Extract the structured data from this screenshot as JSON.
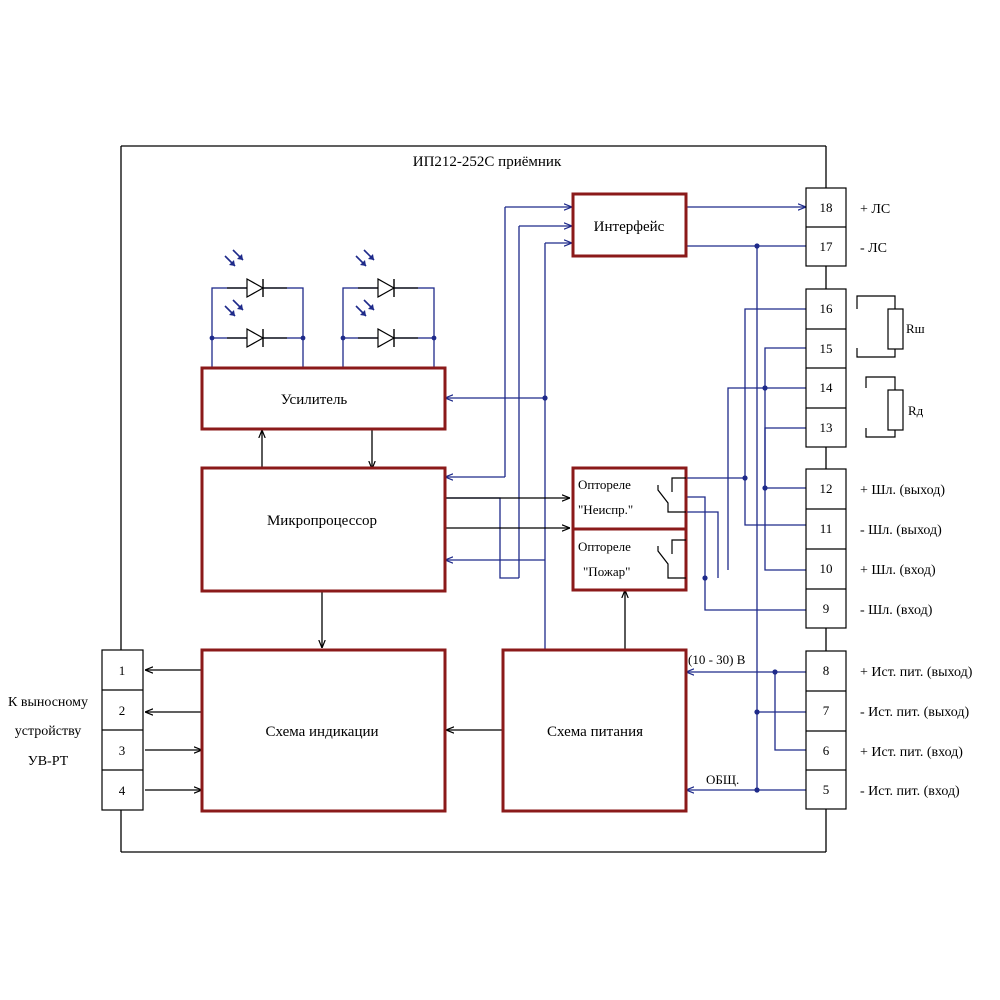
{
  "title": "ИП212-252С  приёмник",
  "blocks": {
    "interface": "Интерфейс",
    "amplifier": "Усилитель",
    "microprocessor": "Микропроцессор",
    "indication": "Схема индикации",
    "power": "Схема питания",
    "relay_fault_line1": "Оптореле",
    "relay_fault_line2": "\"Неиспр.\"",
    "relay_fire_line1": "Оптореле",
    "relay_fire_line2": "\"Пожар\""
  },
  "terminals_right": [
    {
      "num": "18",
      "label": "+ ЛС"
    },
    {
      "num": "17",
      "label": "- ЛС"
    },
    {
      "num": "16",
      "label": ""
    },
    {
      "num": "15",
      "label": ""
    },
    {
      "num": "14",
      "label": ""
    },
    {
      "num": "13",
      "label": ""
    },
    {
      "num": "12",
      "label": "+ Шл. (выход)"
    },
    {
      "num": "11",
      "label": "- Шл. (выход)"
    },
    {
      "num": "10",
      "label": "+ Шл. (вход)"
    },
    {
      "num": "9",
      "label": "- Шл. (вход)"
    },
    {
      "num": "8",
      "label": "+ Ист. пит. (выход)"
    },
    {
      "num": "7",
      "label": "- Ист. пит. (выход)"
    },
    {
      "num": "6",
      "label": "+ Ист. пит. (вход)"
    },
    {
      "num": "5",
      "label": "- Ист. пит. (вход)"
    }
  ],
  "terminals_left": [
    {
      "num": "1"
    },
    {
      "num": "2"
    },
    {
      "num": "3"
    },
    {
      "num": "4"
    }
  ],
  "left_caption": [
    "К выносному",
    "устройству",
    "УВ-РТ"
  ],
  "resistors": {
    "r1": "Rш",
    "r2": "Rд"
  },
  "supply_voltage": "(10 - 30) В",
  "common": "ОБЩ."
}
